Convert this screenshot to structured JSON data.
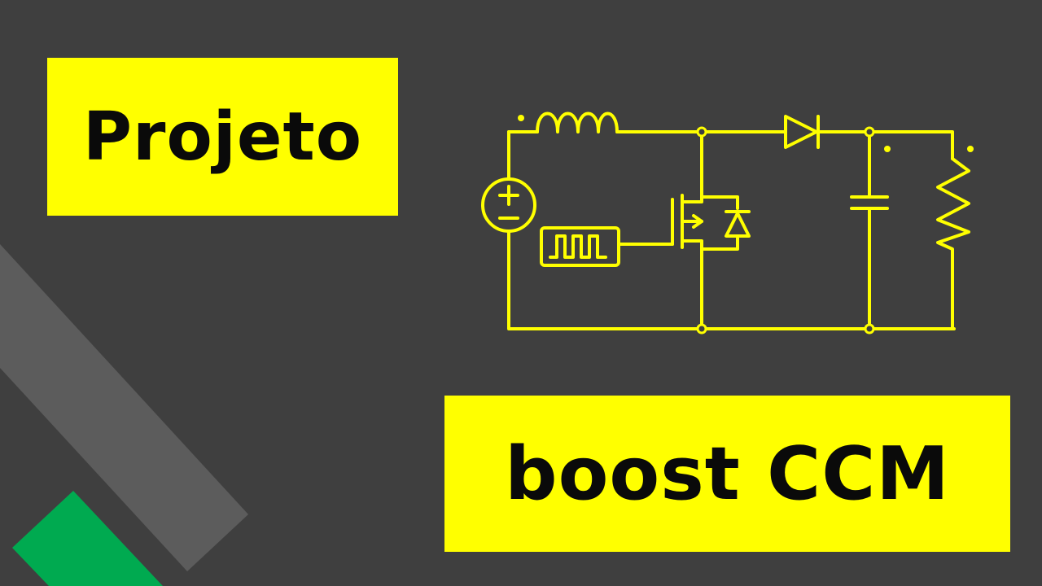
{
  "title_top": "Projeto",
  "title_bottom": "boost CCM",
  "colors": {
    "background": "#3f3f3f",
    "accent_yellow": "#ffff00",
    "stripe_gray": "#5c5c5c",
    "stripe_green": "#00aa50",
    "circuit_line": "#ffff00",
    "text": "#0a0a0a"
  },
  "circuit": {
    "components": [
      "voltage-source",
      "inductor",
      "pwm-generator",
      "mosfet",
      "body-diode",
      "diode",
      "capacitor",
      "resistor"
    ],
    "source_plus": "+",
    "source_minus": "−"
  }
}
